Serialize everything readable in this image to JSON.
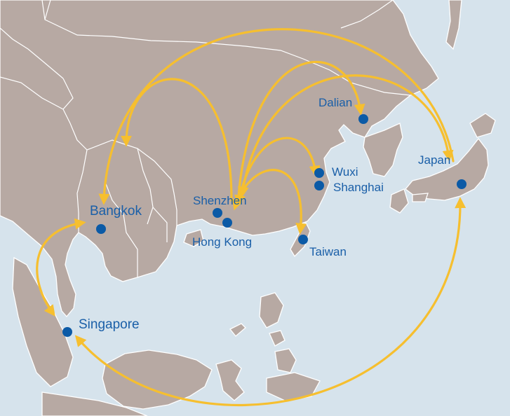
{
  "colors": {
    "sea": "#d6e3ec",
    "land": "#b7a9a3",
    "border": "#ffffff",
    "route": "#f6bf2f",
    "city_dot": "#0b5aa6",
    "label": "#1a5fa8"
  },
  "cities": {
    "dalian": "Dalian",
    "wuxi": "Wuxi",
    "shanghai": "Shanghai",
    "japan": "Japan",
    "shenzhen": "Shenzhen",
    "hongkong": "Hong Kong",
    "taiwan": "Taiwan",
    "bangkok": "Bangkok",
    "singapore": "Singapore"
  }
}
